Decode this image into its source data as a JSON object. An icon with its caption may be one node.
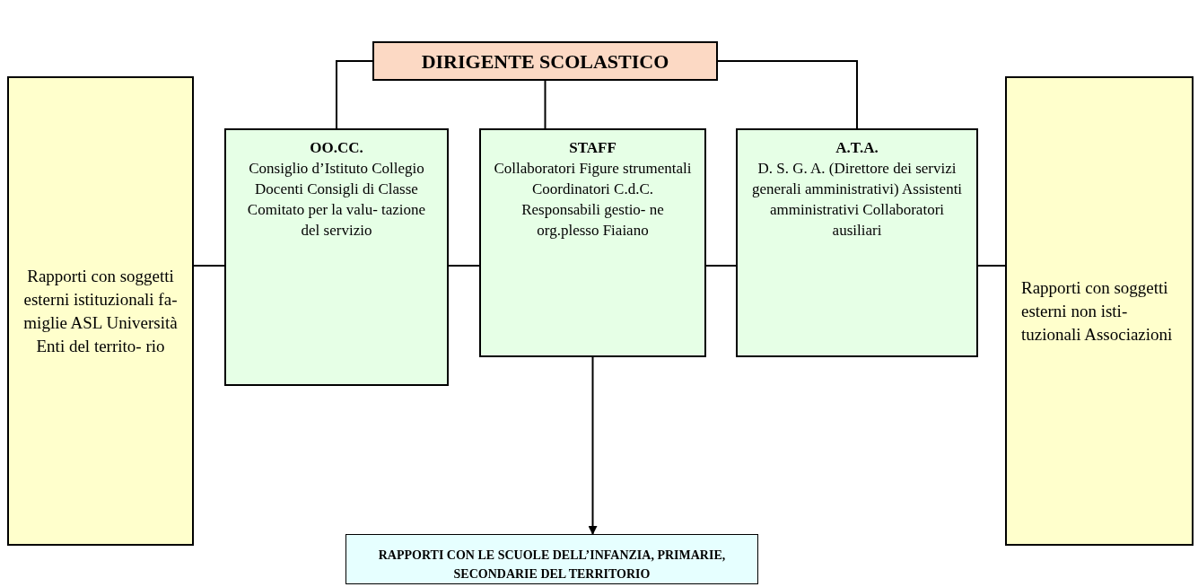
{
  "diagram": {
    "nodes": [
      {
        "text": [
          "DIRIGENTE SCOLASTICO"
        ]
      },
      {
        "text": [
          "Rapporti con soggetti esterni istituzionali fa- miglie ASL Università Enti del territo- rio"
        ]
      },
      {
        "text": [
          "OO.CC.",
          "Consiglio d’Istituto Collegio Docenti Consigli di Classe Comitato per la valu- tazione del servizio"
        ]
      },
      {
        "text": [
          "STAFF",
          "Collaboratori Figure strumentali Coordinatori C.d.C. Responsabili gestio- ne org.plesso Fiaiano"
        ]
      },
      {
        "text": [
          "A.T.A.",
          "D. S. G. A. (Direttore dei servizi generali amministrativi) Assistenti amministrativi Collaboratori ausiliari"
        ]
      },
      {
        "text": [
          "Rapporti con soggetti esterni non isti- tuzionali Associazioni"
        ]
      },
      {
        "text": [
          "RAPPORTI CON LE SCUOLE DELL’INFANZIA, PRIMARIE, SECONDARIE DEL TERRITORIO"
        ]
      }
    ],
    "edges": [
      {
        "from": 0,
        "to": 2,
        "arrow": "none"
      },
      {
        "from": 0,
        "to": 3,
        "arrow": "none"
      },
      {
        "from": 0,
        "to": 4,
        "arrow": "none"
      },
      {
        "from": 1,
        "to": 2,
        "arrow": "none"
      },
      {
        "from": 2,
        "to": 3,
        "arrow": "none"
      },
      {
        "from": 3,
        "to": 4,
        "arrow": "none"
      },
      {
        "from": 4,
        "to": 5,
        "arrow": "none"
      },
      {
        "from": 3,
        "to": 6,
        "arrow": "to"
      }
    ]
  }
}
